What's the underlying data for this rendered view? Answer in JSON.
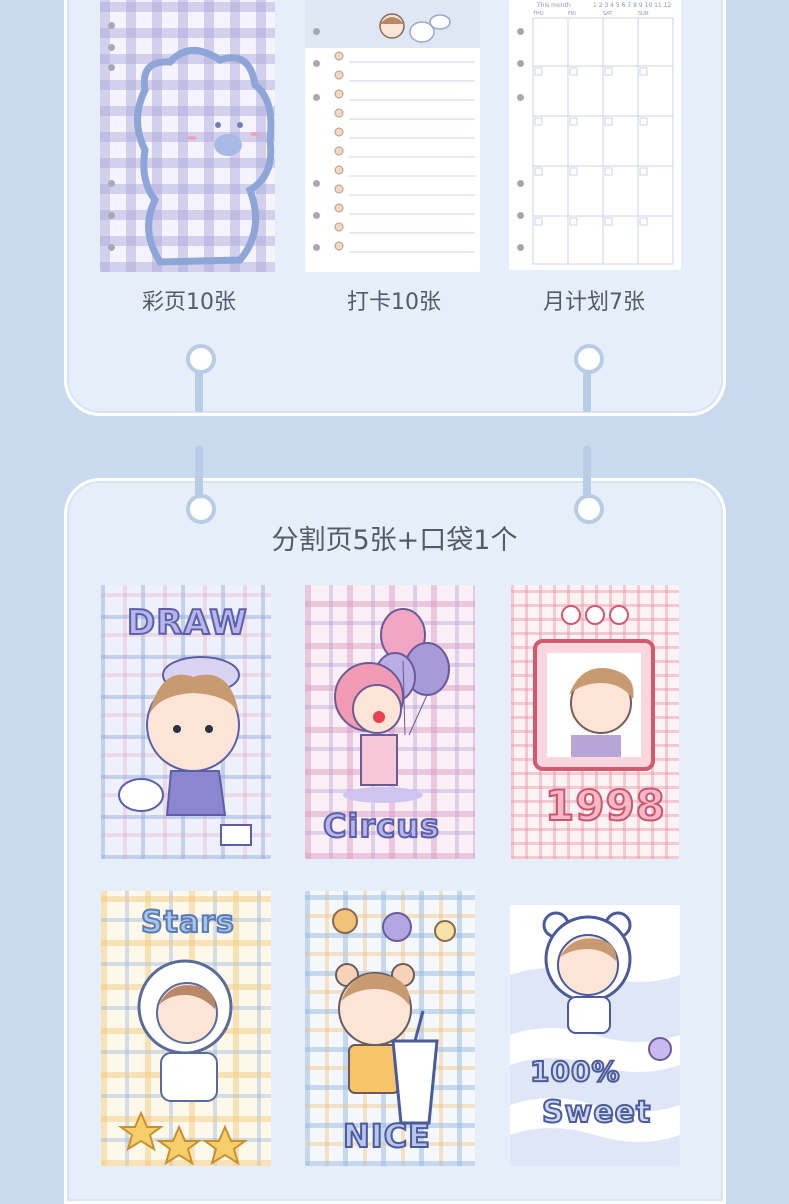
{
  "top": {
    "items": [
      {
        "caption": "彩页10张"
      },
      {
        "caption": "打卡10张"
      },
      {
        "caption": "月计划7张"
      }
    ],
    "calendar": {
      "header_label": "This month",
      "numbers": "1 2 3 4 5 6 7 8 9 10 11 12",
      "days": [
        "THU",
        "FRI",
        "SAT",
        "SUN"
      ]
    }
  },
  "bottom": {
    "title": "分割页5张+口袋1个",
    "cards": [
      {
        "word": "DRAW"
      },
      {
        "word": "Circus"
      },
      {
        "word": "1998"
      },
      {
        "word": "Stars"
      },
      {
        "word": "NICE"
      },
      {
        "word": "100%",
        "word2": "Sweet"
      }
    ]
  },
  "colors": {
    "background": "#c9d9ee",
    "panel": "#e6eefa",
    "ring": "#b9cce6",
    "text": "#555a66"
  }
}
